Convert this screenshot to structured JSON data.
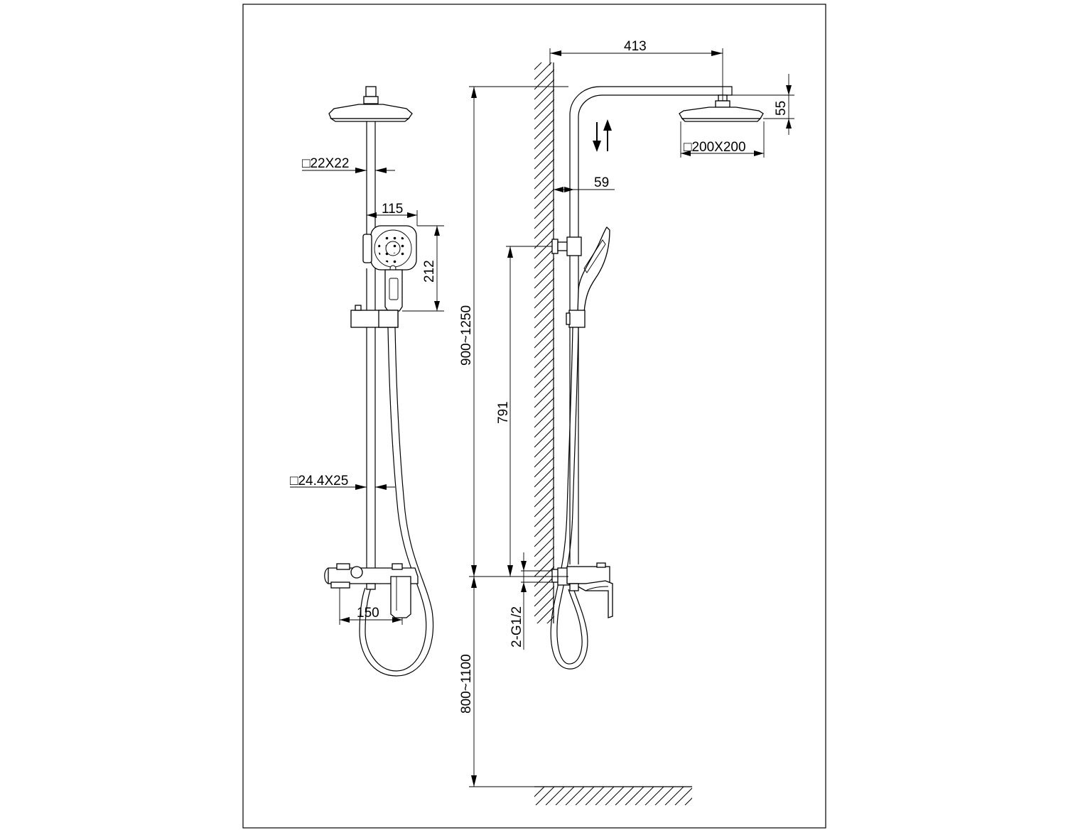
{
  "drawing": {
    "dimensions": {
      "top_pipe": "22X22",
      "lower_pipe": "24.4X25",
      "handshower_width": "115",
      "handshower_height": "212",
      "mixer_width": "150",
      "arm_length": "413",
      "head_offset": "55",
      "head_size": "200X200",
      "wall_offset": "59",
      "total_height": "900~1250",
      "holder_height": "791",
      "inlet": "2-G1/2",
      "floor_height": "800~1100"
    },
    "symbols": {
      "square": "□",
      "adjust_arrows": "up-down-arrows-icon"
    }
  }
}
